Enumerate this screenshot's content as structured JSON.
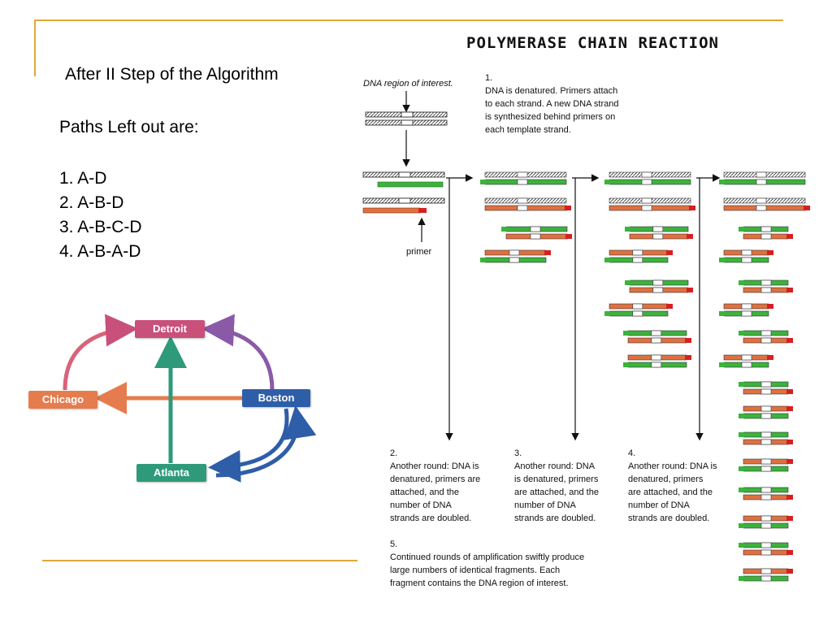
{
  "slide": {
    "title": "After II Step of the Algorithm",
    "paths_heading": "Paths Left out are:",
    "paths": [
      "1. A-D",
      "2. A-B-D",
      "3. A-B-C-D",
      "4. A-B-A-D"
    ],
    "accent_color": "#e0a93a"
  },
  "graph": {
    "nodes": {
      "detroit": {
        "label": "Detroit",
        "color": "#c8507a"
      },
      "chicago": {
        "label": "Chicago",
        "color": "#e57c4d"
      },
      "boston": {
        "label": "Boston",
        "color": "#2f5ea8"
      },
      "atlanta": {
        "label": "Atlanta",
        "color": "#2e9a7a"
      }
    }
  },
  "pcr": {
    "title": "POLYMERASE CHAIN REACTION",
    "region_label": "DNA region of interest.",
    "primer_label": "primer",
    "steps": {
      "s1": {
        "num": "1.",
        "lines": [
          "DNA is denatured.  Primers attach",
          "to each strand.  A new DNA strand",
          "is synthesized behind primers on",
          "each template strand."
        ]
      },
      "s2": {
        "num": "2.",
        "lines": [
          "Another round: DNA is",
          "denatured, primers are",
          "attached, and the",
          "number of DNA",
          "strands are doubled."
        ]
      },
      "s3": {
        "num": "3.",
        "lines": [
          "Another round: DNA",
          "is denatured, primers",
          "are attached, and the",
          "number of DNA",
          "strands are doubled."
        ]
      },
      "s4": {
        "num": "4.",
        "lines": [
          "Another round: DNA is",
          "denatured, primers",
          "are attached, and the",
          "number of DNA",
          "strands are doubled."
        ]
      },
      "s5": {
        "num": "5.",
        "lines": [
          "Continued rounds of amplification swiftly produce",
          "large numbers of  identical fragments.  Each",
          "fragment contains the DNA region of interest."
        ]
      }
    },
    "colors": {
      "green": "#3cb33c",
      "orange": "#e07040",
      "red": "#d62020",
      "black": "#222222"
    }
  }
}
